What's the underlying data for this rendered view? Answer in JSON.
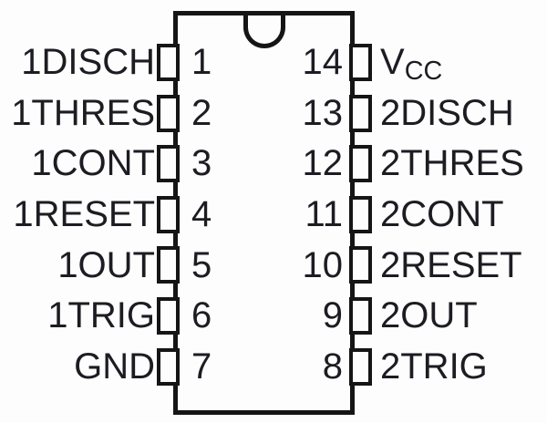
{
  "colors": {
    "bg": "#fdfdfd",
    "line": "#151515",
    "text": "#1c1c22"
  },
  "package": {
    "pins_left": [
      {
        "number": "1",
        "label": "1DISCH"
      },
      {
        "number": "2",
        "label": "1THRES"
      },
      {
        "number": "3",
        "label": "1CONT"
      },
      {
        "number": "4",
        "label": "1RESET"
      },
      {
        "number": "5",
        "label": "1OUT"
      },
      {
        "number": "6",
        "label": "1TRIG"
      },
      {
        "number": "7",
        "label": "GND"
      }
    ],
    "pins_right": [
      {
        "number": "14",
        "label": "V",
        "label_sub": "CC"
      },
      {
        "number": "13",
        "label": "2DISCH",
        "label_sub": ""
      },
      {
        "number": "12",
        "label": "2THRES",
        "label_sub": ""
      },
      {
        "number": "11",
        "label": "2CONT",
        "label_sub": ""
      },
      {
        "number": "10",
        "label": "2RESET",
        "label_sub": ""
      },
      {
        "number": "9",
        "label": "2OUT",
        "label_sub": ""
      },
      {
        "number": "8",
        "label": "2TRIG",
        "label_sub": ""
      }
    ]
  }
}
